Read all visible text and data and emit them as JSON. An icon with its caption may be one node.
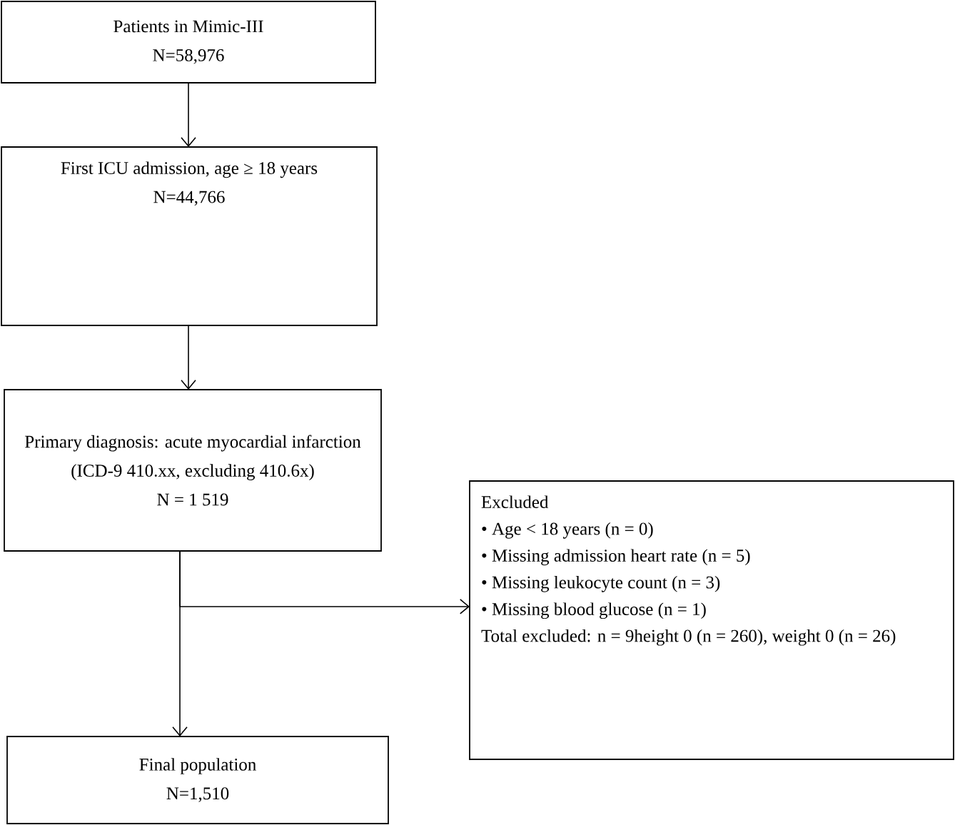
{
  "diagram": {
    "nodes": [
      {
        "text": [
          "Patients in Mimic-III",
          "N=58,976"
        ]
      },
      {
        "text": [
          "First ICU admission, age ≥ 18 years",
          "N=44,766"
        ]
      },
      {
        "text": [
          "Primary diagnosis: acute myocardial infarction (ICD-9 410.xx, excluding 410.6x)",
          "N = 1 519"
        ]
      },
      {
        "text": [
          "Final population",
          "N=1,510"
        ]
      },
      {
        "text": [
          "Excluded",
          "• Age < 18 years (n = 0)",
          "• Missing admission heart rate (n = 5)",
          "• Missing leukocyte count (n = 3)",
          "• Missing blood glucose (n = 1)",
          "Total excluded: n = 9height 0 (n = 260), weight 0 (n = 26)"
        ]
      }
    ],
    "edges": [
      {
        "from": 0,
        "to": 1,
        "arrow": "to"
      },
      {
        "from": 1,
        "to": 2,
        "arrow": "to"
      },
      {
        "from": 2,
        "to": 3,
        "arrow": "to"
      },
      {
        "from": 2,
        "to": 4,
        "arrow": "to"
      }
    ]
  }
}
